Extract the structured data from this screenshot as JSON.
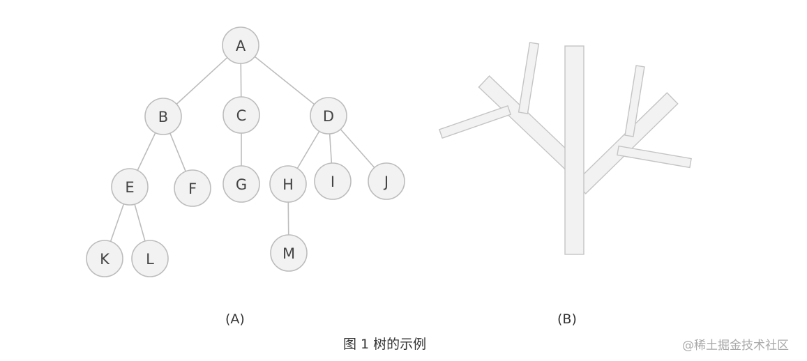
{
  "tree": {
    "nodes": [
      {
        "id": "A",
        "label": "A"
      },
      {
        "id": "B",
        "label": "B"
      },
      {
        "id": "C",
        "label": "C"
      },
      {
        "id": "D",
        "label": "D"
      },
      {
        "id": "E",
        "label": "E"
      },
      {
        "id": "F",
        "label": "F"
      },
      {
        "id": "G",
        "label": "G"
      },
      {
        "id": "H",
        "label": "H"
      },
      {
        "id": "I",
        "label": "I"
      },
      {
        "id": "J",
        "label": "J"
      },
      {
        "id": "K",
        "label": "K"
      },
      {
        "id": "L",
        "label": "L"
      },
      {
        "id": "M",
        "label": "M"
      }
    ],
    "edges": [
      [
        "A",
        "B"
      ],
      [
        "A",
        "C"
      ],
      [
        "A",
        "D"
      ],
      [
        "B",
        "E"
      ],
      [
        "B",
        "F"
      ],
      [
        "C",
        "G"
      ],
      [
        "D",
        "H"
      ],
      [
        "D",
        "I"
      ],
      [
        "D",
        "J"
      ],
      [
        "E",
        "K"
      ],
      [
        "E",
        "L"
      ],
      [
        "H",
        "M"
      ]
    ]
  },
  "colors": {
    "node_fill": "#f2f2f2",
    "node_stroke": "#bcbcbc",
    "edge": "#bcbcbc",
    "node_text": "#444444",
    "branch_fill": "#f2f2f2",
    "branch_stroke": "#c4c4c4"
  },
  "captions": {
    "panel_a": "(A)",
    "panel_b": "(B)",
    "figure": "图 1 树的示例",
    "watermark": "@稀土掘金技术社区"
  }
}
